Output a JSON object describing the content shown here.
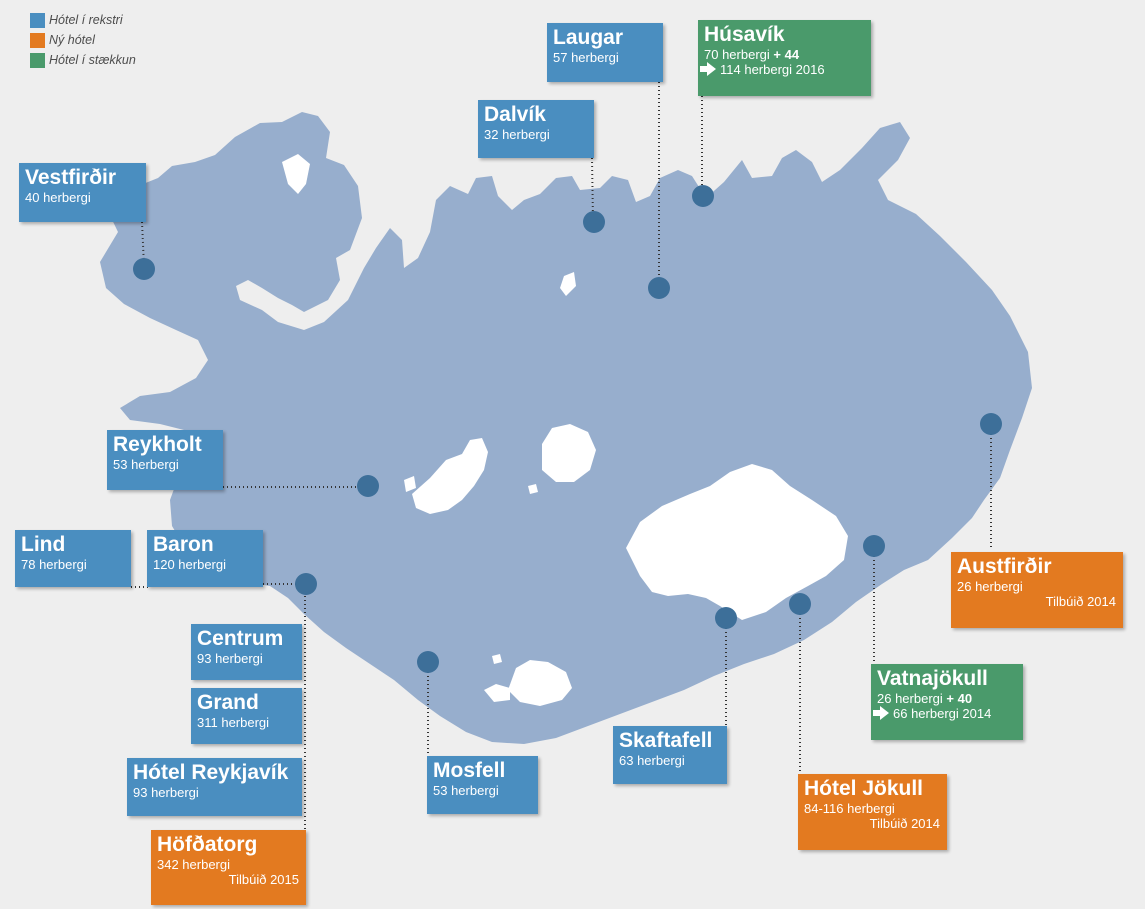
{
  "colors": {
    "in_operation": "#4a8ec0",
    "new_hotel": "#e37a20",
    "expansion": "#4a9a6b",
    "land": "#97aecd",
    "ice": "#ffffff",
    "background": "#eeeeee",
    "marker": "#3d6f99",
    "connector": "#333333"
  },
  "legend": {
    "in_operation": "Hótel í rekstri",
    "new_hotel": "Ný hótel",
    "expansion": "Hótel í stækkun"
  },
  "hotels": {
    "vestfirdir": {
      "name": "Vestfirðir",
      "rooms": "40 herbergi",
      "status": "in_operation"
    },
    "laugar": {
      "name": "Laugar",
      "rooms": "57 herbergi",
      "status": "in_operation"
    },
    "dalvik": {
      "name": "Dalvík",
      "rooms": "32 herbergi",
      "status": "in_operation"
    },
    "husavik": {
      "name": "Húsavík",
      "rooms": "70 herbergi",
      "extra": "+ 44",
      "expansion": "114 herbergi 2016",
      "status": "expansion"
    },
    "reykholt": {
      "name": "Reykholt",
      "rooms": "53 herbergi",
      "status": "in_operation"
    },
    "lind": {
      "name": "Lind",
      "rooms": "78 herbergi",
      "status": "in_operation"
    },
    "baron": {
      "name": "Baron",
      "rooms": "120 herbergi",
      "status": "in_operation"
    },
    "centrum": {
      "name": "Centrum",
      "rooms": "93 herbergi",
      "status": "in_operation"
    },
    "grand": {
      "name": "Grand",
      "rooms": "311 herbergi",
      "status": "in_operation"
    },
    "hotel_reykjavik": {
      "name": "Hótel Reykjavík",
      "rooms": "93 herbergi",
      "status": "in_operation"
    },
    "hofdatorg": {
      "name": "Höfðatorg",
      "rooms": "342 herbergi",
      "ready": "Tilbúið 2015",
      "status": "new_hotel"
    },
    "mosfell": {
      "name": "Mosfell",
      "rooms": "53 herbergi",
      "status": "in_operation"
    },
    "skaftafell": {
      "name": "Skaftafell",
      "rooms": "63 herbergi",
      "status": "in_operation"
    },
    "hotel_jokull": {
      "name": "Hótel Jökull",
      "rooms": "84-116 herbergi",
      "ready": "Tilbúið 2014",
      "status": "new_hotel"
    },
    "vatnajokull": {
      "name": "Vatnajökull",
      "rooms": "26 herbergi",
      "extra": "+ 40",
      "expansion": "66 herbergi 2014",
      "status": "expansion"
    },
    "austfirdir": {
      "name": "Austfirðir",
      "rooms": "26 herbergi",
      "ready": "Tilbúið 2014",
      "status": "new_hotel"
    }
  }
}
